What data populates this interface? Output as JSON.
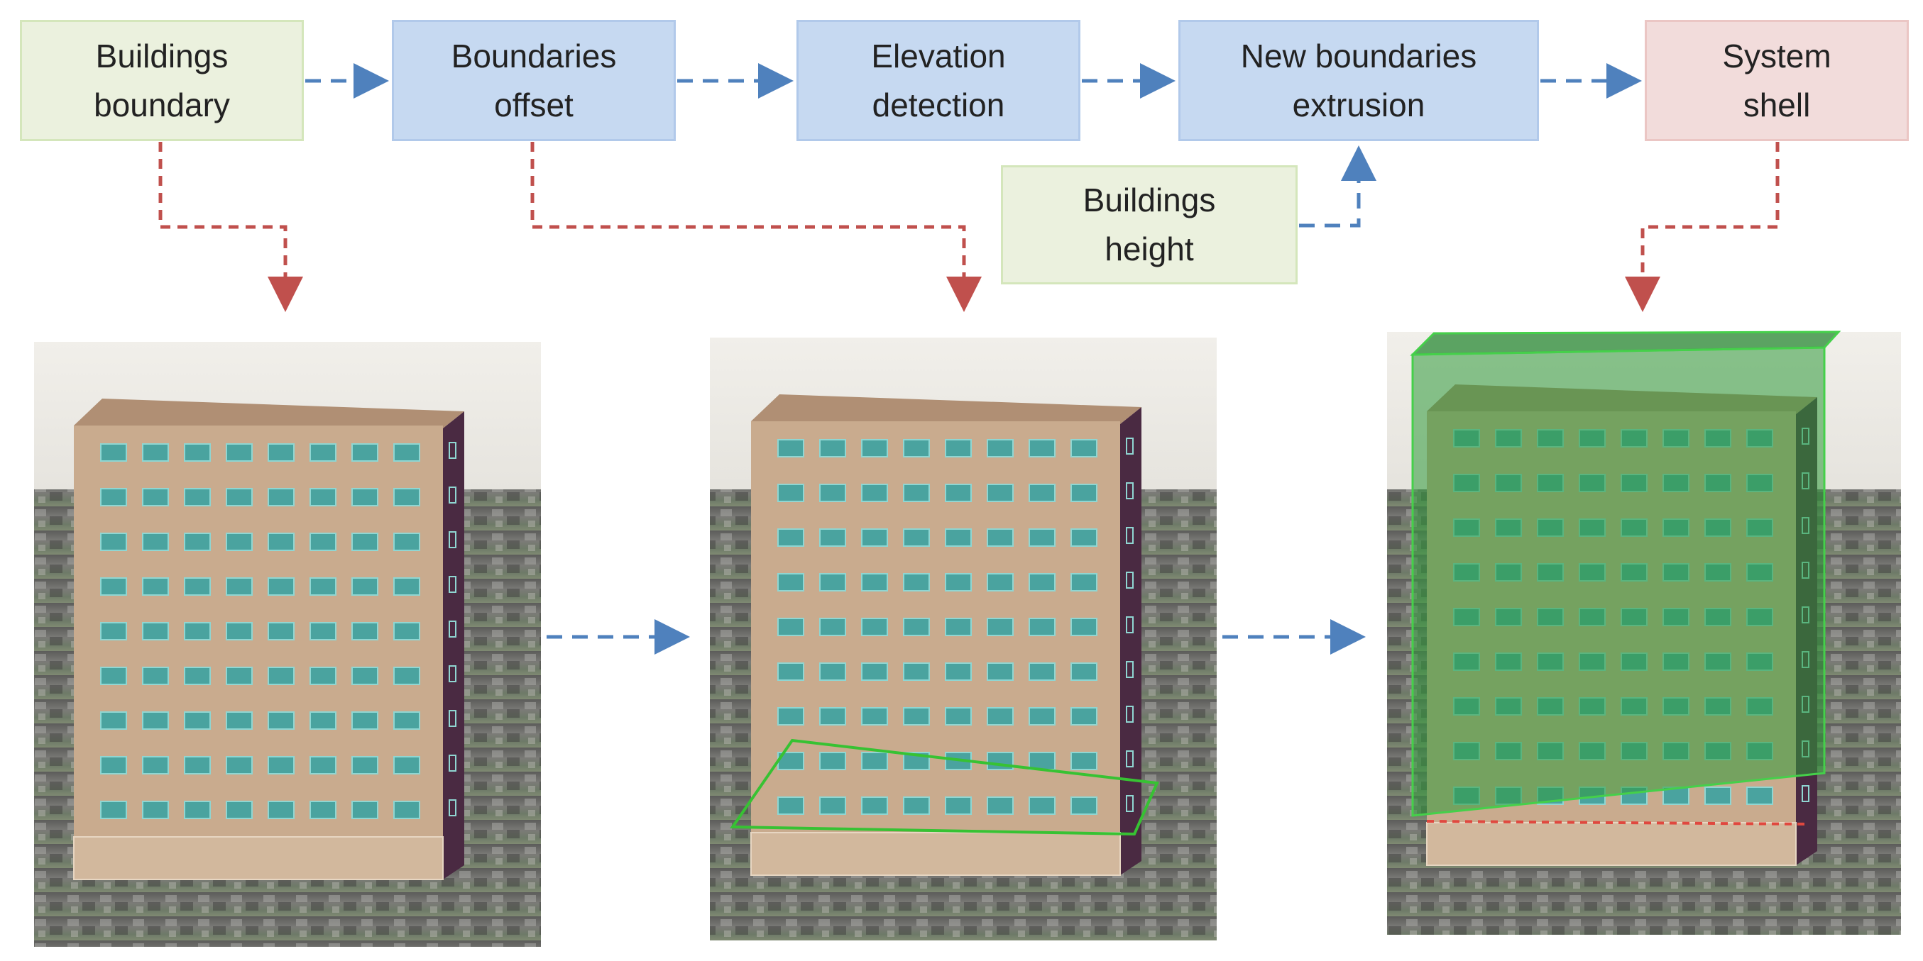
{
  "steps": {
    "buildings_boundary": "Buildings\nboundary",
    "boundaries_offset": "Boundaries\noffset",
    "elevation_detection": "Elevation\ndetection",
    "new_boundaries_extrusion": "New boundaries\nextrusion",
    "system_shell": "System\nshell",
    "buildings_height": "Buildings\nheight"
  },
  "colors": {
    "input_box": "#ebf1de",
    "process_box": "#c6d9f1",
    "output_box": "#f2dcdb",
    "flow_arrow": "#4f81bd",
    "link_arrow": "#c0504d",
    "facade": "#c9ab8e",
    "window": "#4aa39f",
    "side_wall": "#4a2a42",
    "shell": "#2f9b3a"
  },
  "panels": [
    {
      "name": "building-model-boundary",
      "floors_with_windows": 9,
      "windows_per_floor": 8
    },
    {
      "name": "building-model-offset",
      "floors_with_windows": 9,
      "windows_per_floor": 8
    },
    {
      "name": "building-model-shell",
      "floors_with_windows": 9,
      "windows_per_floor": 8
    }
  ]
}
